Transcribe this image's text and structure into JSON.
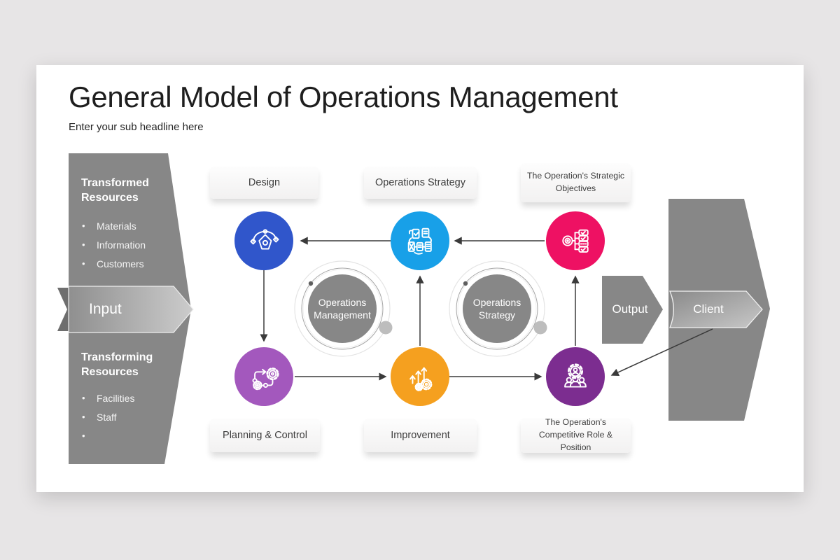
{
  "colors": {
    "page_bg": "#e7e5e6",
    "slide_bg": "#ffffff",
    "shape_gray": "#878787",
    "notch_gray": "#6e6e6e",
    "hub_fill": "#878787",
    "arrow": "#3a3a3a",
    "node_design": "#3056cb",
    "node_strategy": "#18a0e8",
    "node_objectives": "#ee1163",
    "node_planning": "#a358bd",
    "node_improvement": "#f5a01f",
    "node_role": "#7c2d90"
  },
  "header": {
    "title": "General Model of Operations Management",
    "subtitle": "Enter your sub headline here"
  },
  "left_panel": {
    "transformed_heading": "Transformed Resources",
    "transformed_items": [
      "Materials",
      "Information",
      "Customers"
    ],
    "input_label": "Input",
    "transforming_heading": "Transforming Resources",
    "transforming_items": [
      "Facilities",
      "Staff",
      ""
    ]
  },
  "right_panel": {
    "output_label": "Output",
    "client_label": "Client"
  },
  "top_cards": [
    {
      "label": "Design"
    },
    {
      "label": "Operations Strategy"
    },
    {
      "label": "The Operation's Strategic Objectives"
    }
  ],
  "bottom_cards": [
    {
      "label": "Planning & Control"
    },
    {
      "label": "Improvement"
    },
    {
      "label": "The Operation's Competitive Role & Position"
    }
  ],
  "hubs": [
    {
      "line1": "Operations",
      "line2": "Management"
    },
    {
      "line1": "Operations",
      "line2": "Strategy"
    }
  ]
}
